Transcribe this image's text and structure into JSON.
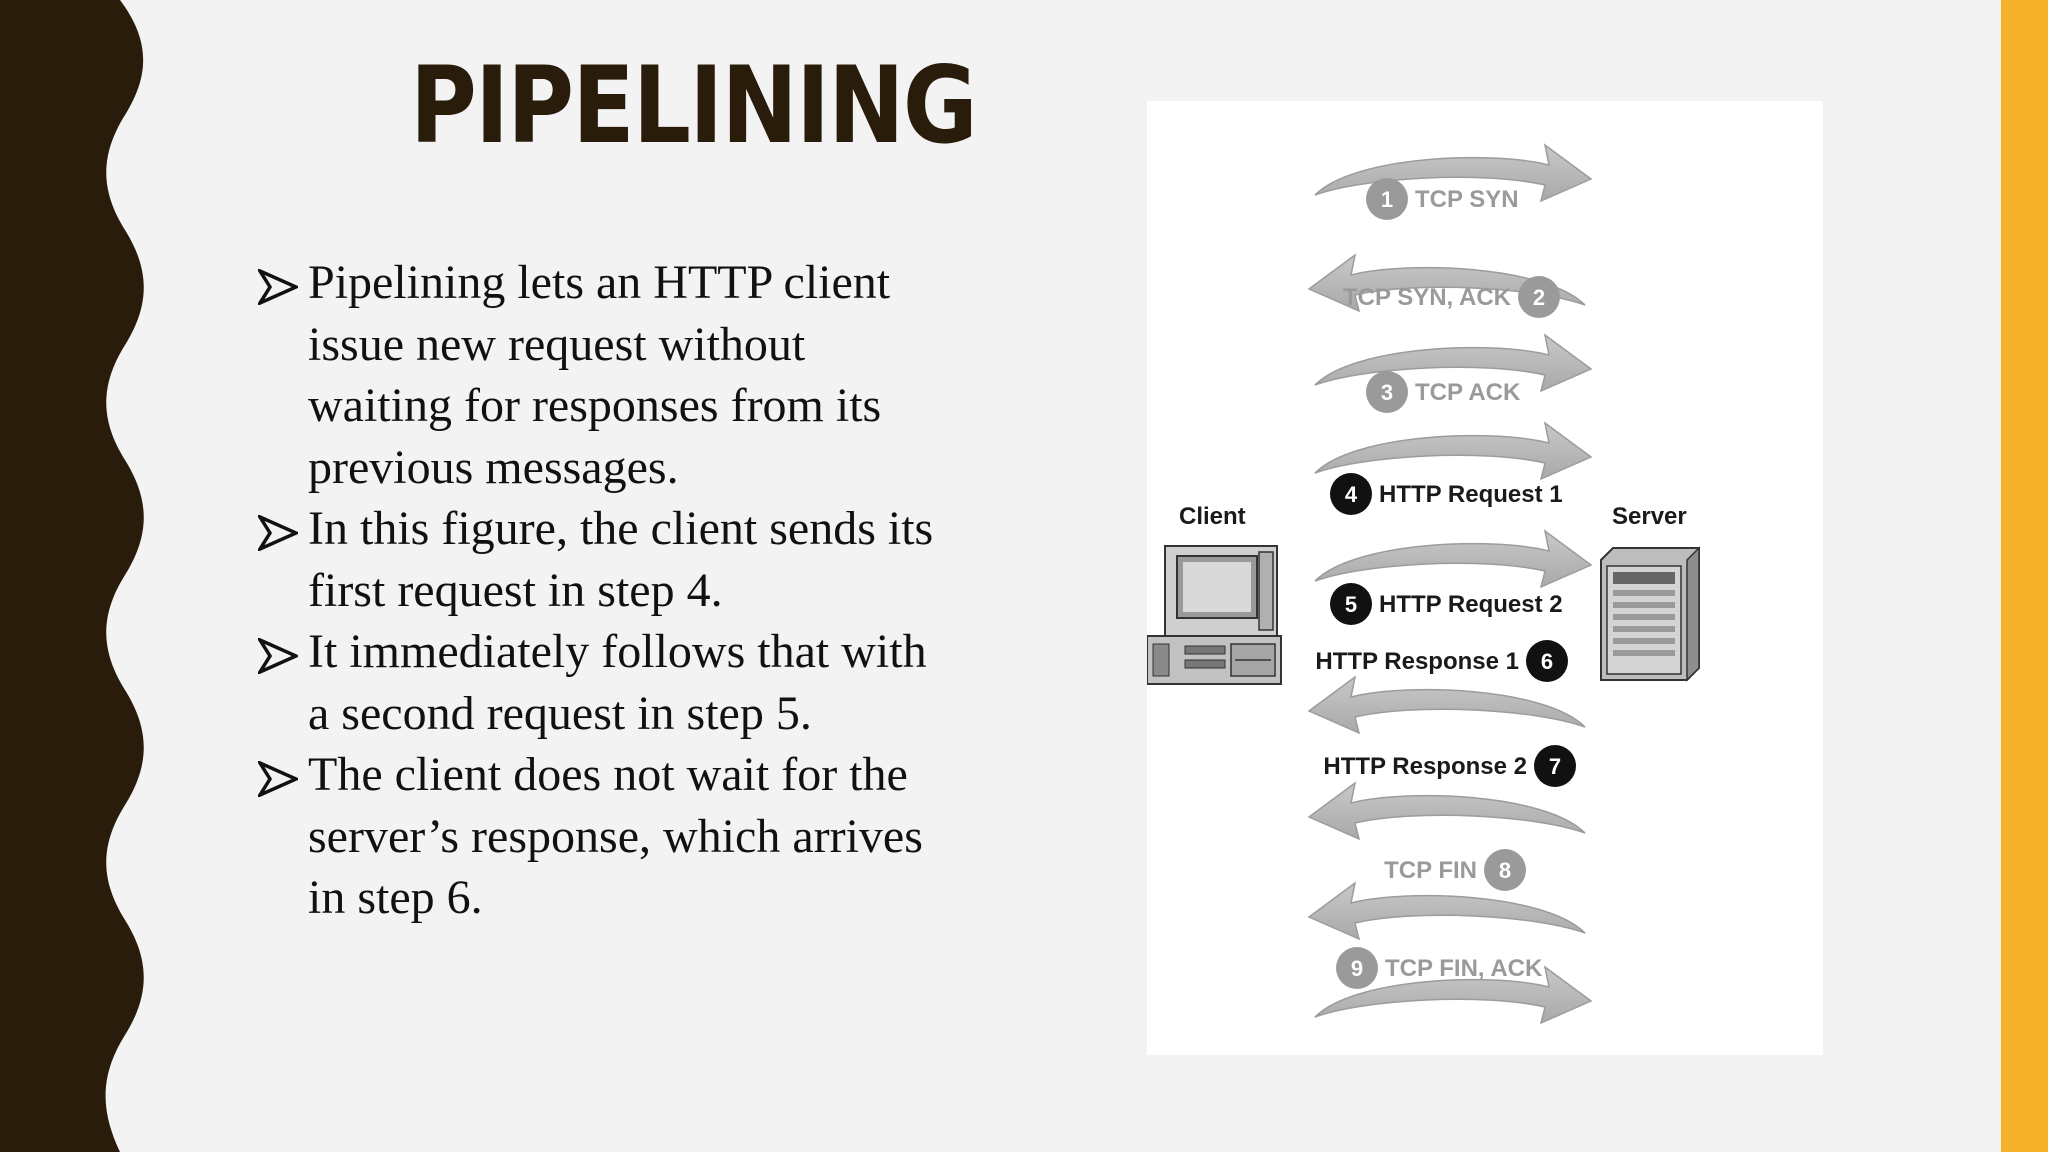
{
  "slide": {
    "title": "PIPELINING",
    "bullets": [
      "Pipelining lets an HTTP client issue new request without waiting for responses from its previous messages.",
      "In this figure, the client sends its first request in step 4.",
      "It immediately follows that with a second request in step 5.",
      "The client does not wait for the server’s response, which arrives in step 6."
    ]
  },
  "figure": {
    "client_label": "Client",
    "server_label": "Server",
    "steps": [
      {
        "number": "1",
        "label": "TCP SYN",
        "direction": "client-to-server",
        "style": "gray"
      },
      {
        "number": "2",
        "label": "TCP SYN, ACK",
        "direction": "server-to-client",
        "style": "gray"
      },
      {
        "number": "3",
        "label": "TCP ACK",
        "direction": "client-to-server",
        "style": "gray"
      },
      {
        "number": "4",
        "label": "HTTP Request 1",
        "direction": "client-to-server",
        "style": "black"
      },
      {
        "number": "5",
        "label": "HTTP Request 2",
        "direction": "client-to-server",
        "style": "black"
      },
      {
        "number": "6",
        "label": "HTTP Response 1",
        "direction": "server-to-client",
        "style": "black"
      },
      {
        "number": "7",
        "label": "HTTP Response 2",
        "direction": "server-to-client",
        "style": "black"
      },
      {
        "number": "8",
        "label": "TCP FIN",
        "direction": "server-to-client",
        "style": "gray"
      },
      {
        "number": "9",
        "label": "TCP FIN, ACK",
        "direction": "client-to-server",
        "style": "gray"
      }
    ]
  },
  "colors": {
    "background": "#f3f3f4",
    "dark_brown": "#2a1c0b",
    "accent_yellow": "#f6b12a",
    "gray_step": "#9a9a9a",
    "black_step": "#111111"
  },
  "icons": {
    "bullet": "arrowhead-bullet-icon",
    "client": "desktop-computer-icon",
    "server": "server-tower-icon"
  }
}
